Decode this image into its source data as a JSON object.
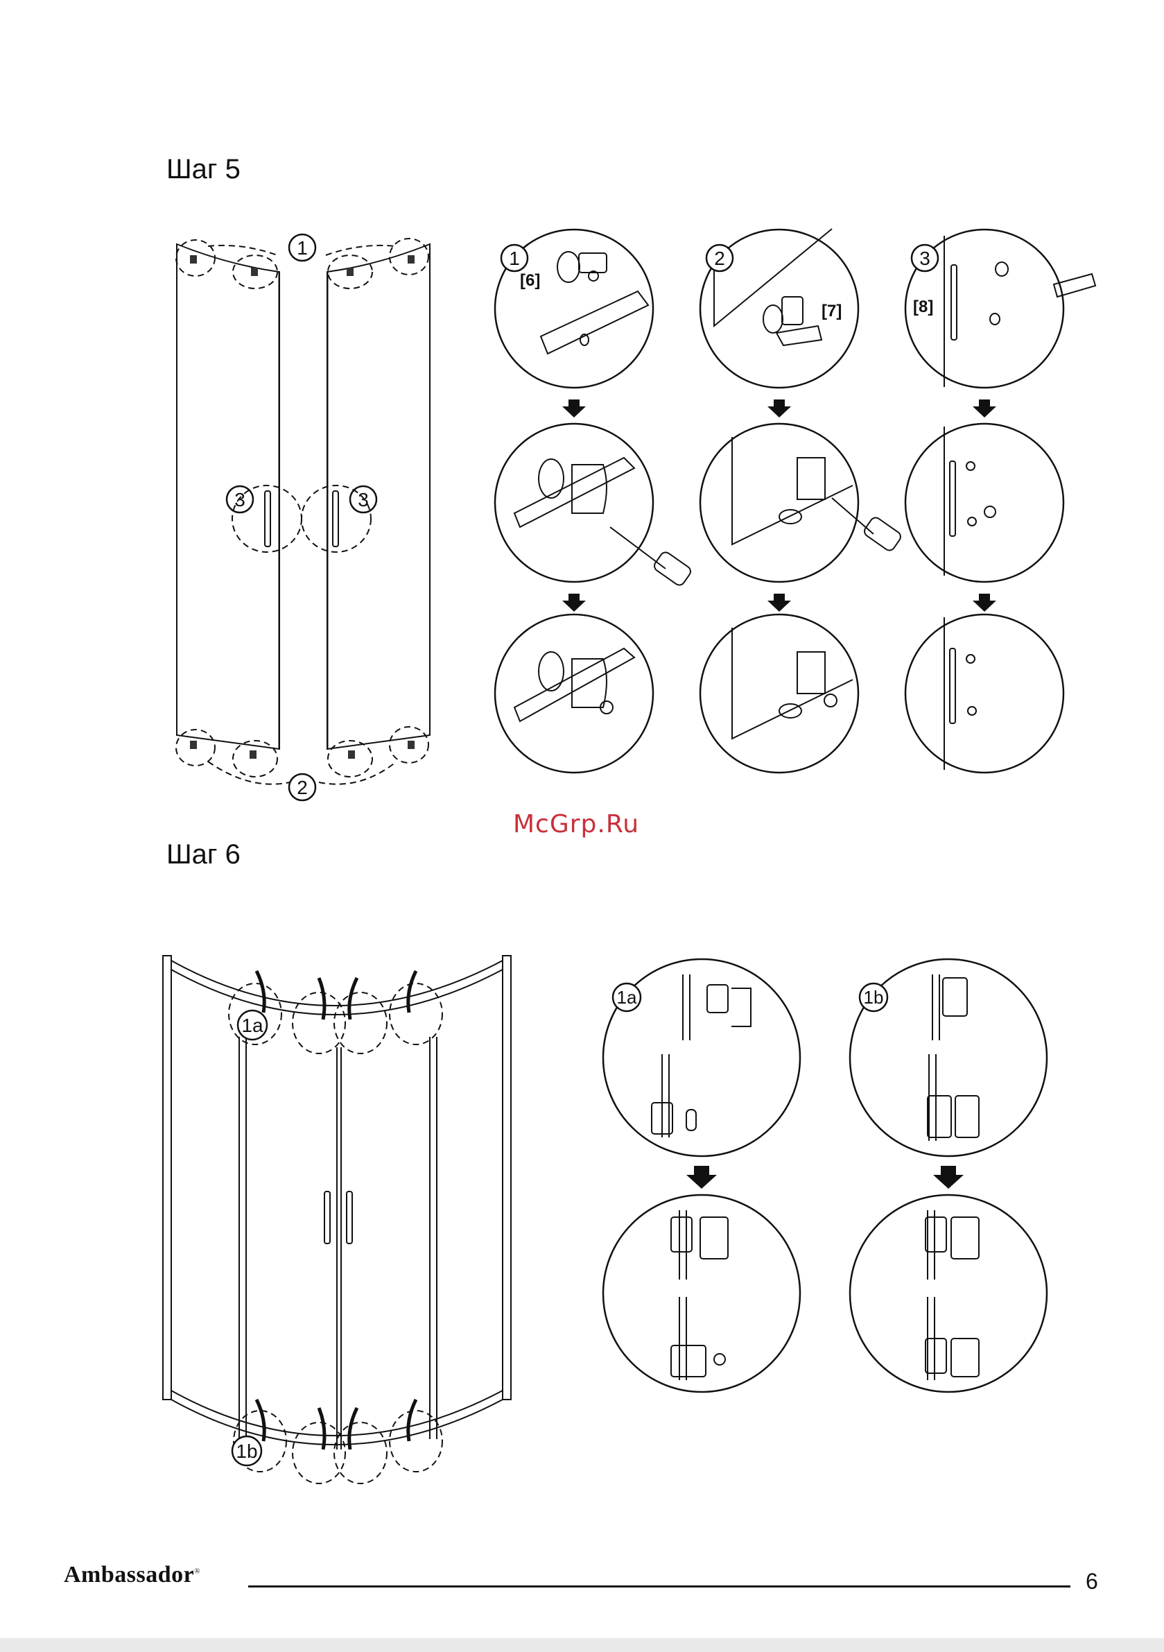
{
  "steps": {
    "step5": "Шаг 5",
    "step6": "Шаг 6"
  },
  "callouts": {
    "c1": "1",
    "c2": "2",
    "c3": "3",
    "c1a": "1a",
    "c1b": "1b"
  },
  "parts": {
    "p6": "[6]",
    "p7": "[7]",
    "p8": "[8]"
  },
  "watermark": "McGrp.Ru",
  "footer": {
    "brand": "Ambassador",
    "reg": "®",
    "page": "6"
  },
  "colors": {
    "ink": "#111111",
    "watermark": "#c8303a"
  }
}
